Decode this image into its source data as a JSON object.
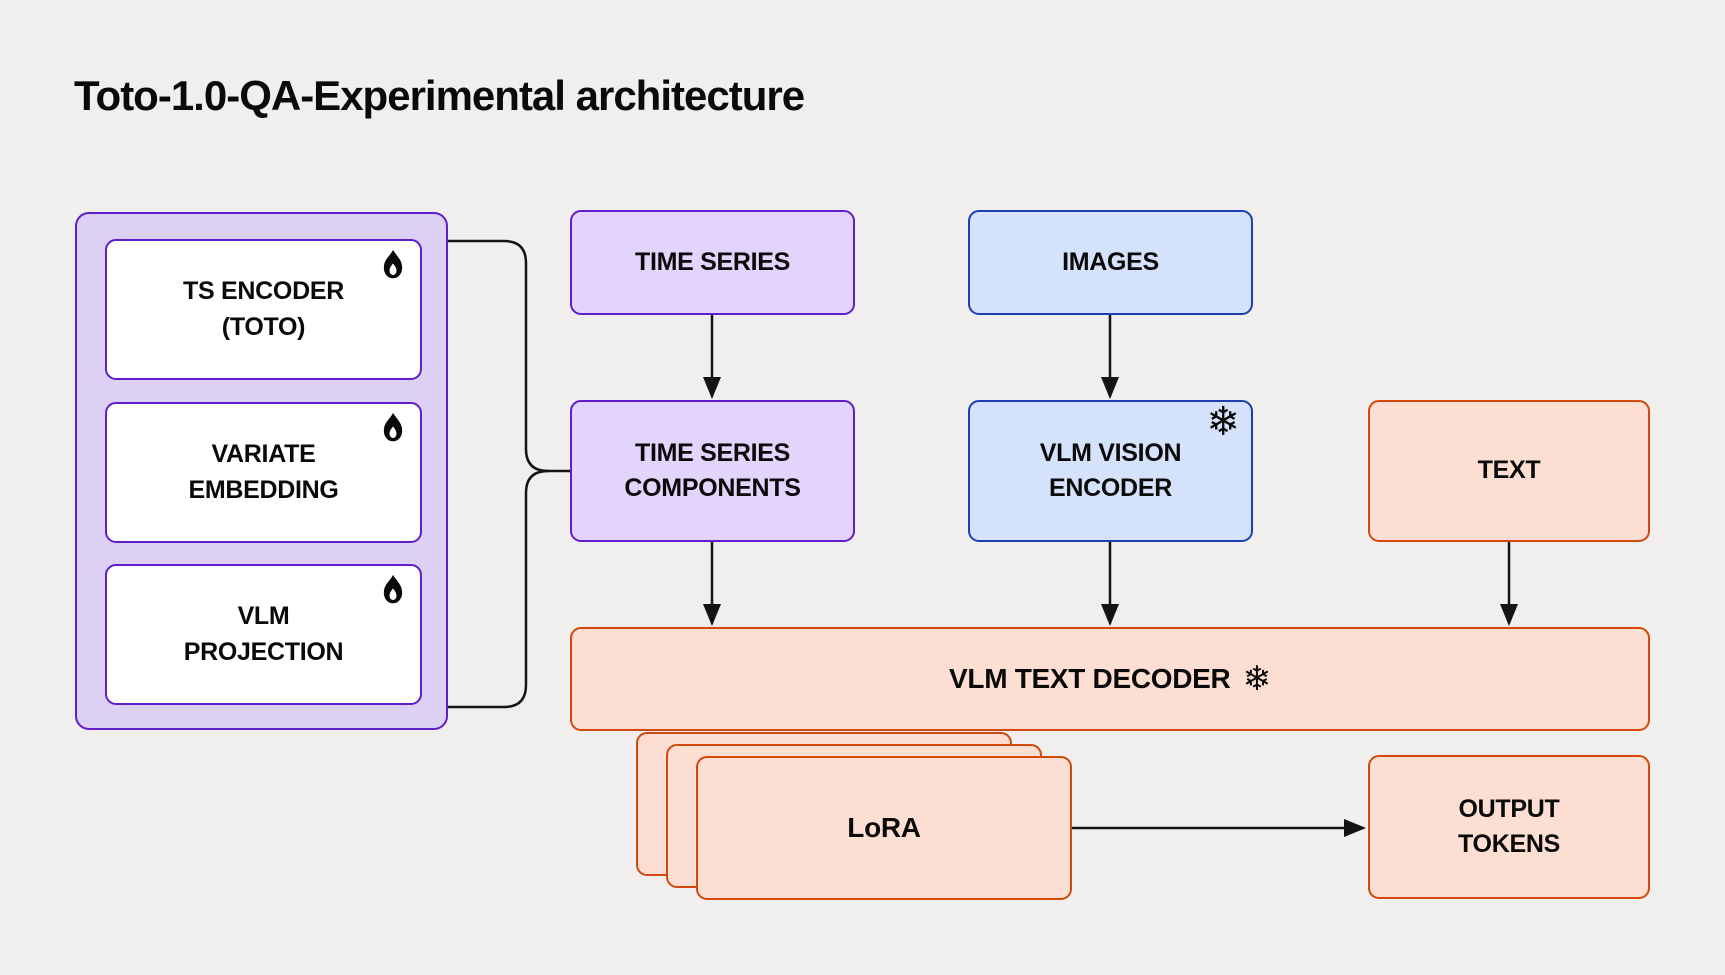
{
  "title": "Toto-1.0-QA-Experimental architecture",
  "trainable_group": {
    "items": [
      {
        "label": "TS ENCODER\n(TOTO)",
        "icon": "flame"
      },
      {
        "label": "VARIATE\nEMBEDDING",
        "icon": "flame"
      },
      {
        "label": "VLM\nPROJECTION",
        "icon": "flame"
      }
    ]
  },
  "nodes": {
    "time_series": {
      "label": "TIME SERIES"
    },
    "time_series_components": {
      "label": "TIME SERIES\nCOMPONENTS"
    },
    "images": {
      "label": "IMAGES"
    },
    "vlm_vision_encoder": {
      "label": "VLM VISION\nENCODER",
      "icon": "snowflake"
    },
    "text": {
      "label": "TEXT"
    },
    "vlm_text_decoder": {
      "label": "VLM TEXT DECODER",
      "icon": "snowflake"
    },
    "lora": {
      "label": "LoRA"
    },
    "output_tokens": {
      "label": "OUTPUT\nTOKENS"
    }
  },
  "icons": {
    "snowflake_glyph": "❄"
  },
  "colors": {
    "background": "#f0efed",
    "purple_container_fill": "#ddd0f5",
    "purple_fill": "#e2d4fa",
    "purple_border": "#5f1ec9",
    "blue_fill": "#d4e2fb",
    "blue_border": "#1e40af",
    "orange_fill": "#fcdfd2",
    "orange_border": "#d2480e",
    "node_fill_white": "#ffffff",
    "line_color": "#141414",
    "text_color": "#0a0a0a"
  }
}
